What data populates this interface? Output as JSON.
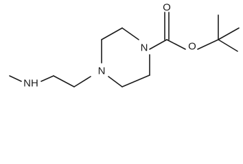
{
  "structure": {
    "atoms": {
      "n_methylamine": "NH",
      "n_piperazine_left": "N",
      "n_piperazine_right": "N",
      "o_carbonyl": "O",
      "o_ester": "O"
    }
  },
  "colors": {
    "bond": "#1a1a1a",
    "background": "#ffffff"
  }
}
